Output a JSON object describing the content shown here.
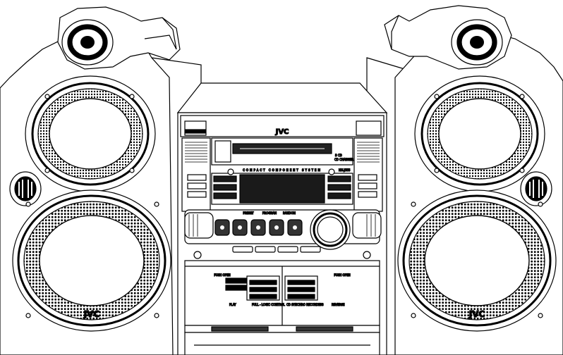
{
  "brand": {
    "left_speaker_logo": "JVC",
    "right_speaker_logo": "JVC",
    "unit_logo": "JVC"
  },
  "unit": {
    "system_name": "COMPACT COMPONENT SYSTEM",
    "model": "MX-J555",
    "cd_capacity": "3 CD",
    "changer_label": "CD CHANGER",
    "cassette": {
      "push_open_left": "PUSH OPEN",
      "push_open_right": "PUSH OPEN",
      "play_label": "PLAY",
      "full_logic_control": "FULL - LOGIC  CONTROL",
      "cd_synchro_recording": "CD SYNCHRO RECORDING",
      "reverse_mode": "REVERSE"
    },
    "mode_labels": [
      "PRESET",
      "PROGRAM",
      "RANDOM"
    ]
  },
  "colors": {
    "line": "#000000",
    "fill": "#ffffff",
    "display": "#1a1a1a",
    "grille": "#d8d8d8",
    "button_dark": "#333333"
  }
}
